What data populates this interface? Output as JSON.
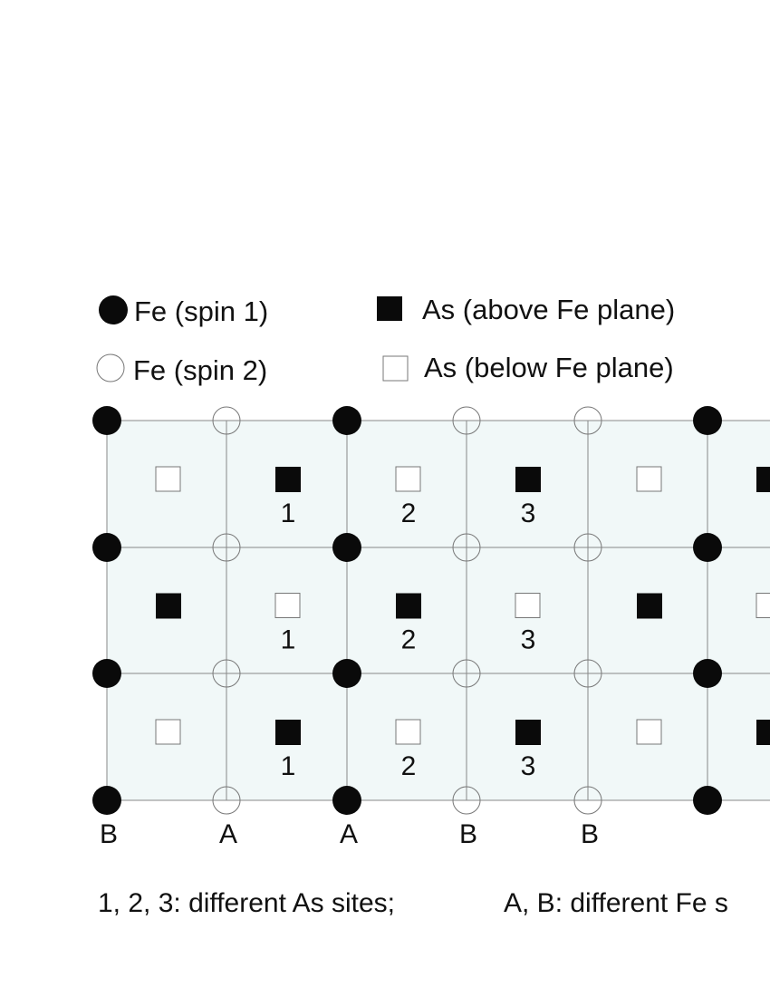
{
  "legend": {
    "fe_spin1": "Fe (spin 1)",
    "fe_spin2": "Fe (spin 2)",
    "as_above": "As (above Fe plane)",
    "as_below": "As (below Fe plane)"
  },
  "lattice": {
    "fe_columns": [
      {
        "spin": 1,
        "site_label": "B"
      },
      {
        "spin": 2,
        "site_label": "A"
      },
      {
        "spin": 1,
        "site_label": "A"
      },
      {
        "spin": 2,
        "site_label": "B"
      },
      {
        "spin": 2,
        "site_label": "B"
      },
      {
        "spin": 1,
        "site_label": ""
      }
    ],
    "fe_rows": 4,
    "as_rows": [
      [
        {
          "type": "below",
          "label": ""
        },
        {
          "type": "above",
          "label": "1"
        },
        {
          "type": "below",
          "label": "2"
        },
        {
          "type": "above",
          "label": "3"
        },
        {
          "type": "below",
          "label": ""
        },
        {
          "type": "above",
          "label": ""
        }
      ],
      [
        {
          "type": "above",
          "label": ""
        },
        {
          "type": "below",
          "label": "1"
        },
        {
          "type": "above",
          "label": "2"
        },
        {
          "type": "below",
          "label": "3"
        },
        {
          "type": "above",
          "label": ""
        },
        {
          "type": "below",
          "label": ""
        }
      ],
      [
        {
          "type": "below",
          "label": ""
        },
        {
          "type": "above",
          "label": "1"
        },
        {
          "type": "below",
          "label": "2"
        },
        {
          "type": "above",
          "label": "3"
        },
        {
          "type": "below",
          "label": ""
        },
        {
          "type": "above",
          "label": ""
        }
      ]
    ]
  },
  "footer": {
    "as_sites_note": "1, 2, 3: different As sites;",
    "fe_sites_note": "A, B: different Fe s"
  },
  "colors": {
    "cell_fill": "#f1f8f8",
    "grid_line": "#888888",
    "spin1_fill": "#0a0a0a",
    "spin2_stroke": "#777777",
    "as_above_fill": "#0a0a0a",
    "as_below_stroke": "#777777"
  }
}
